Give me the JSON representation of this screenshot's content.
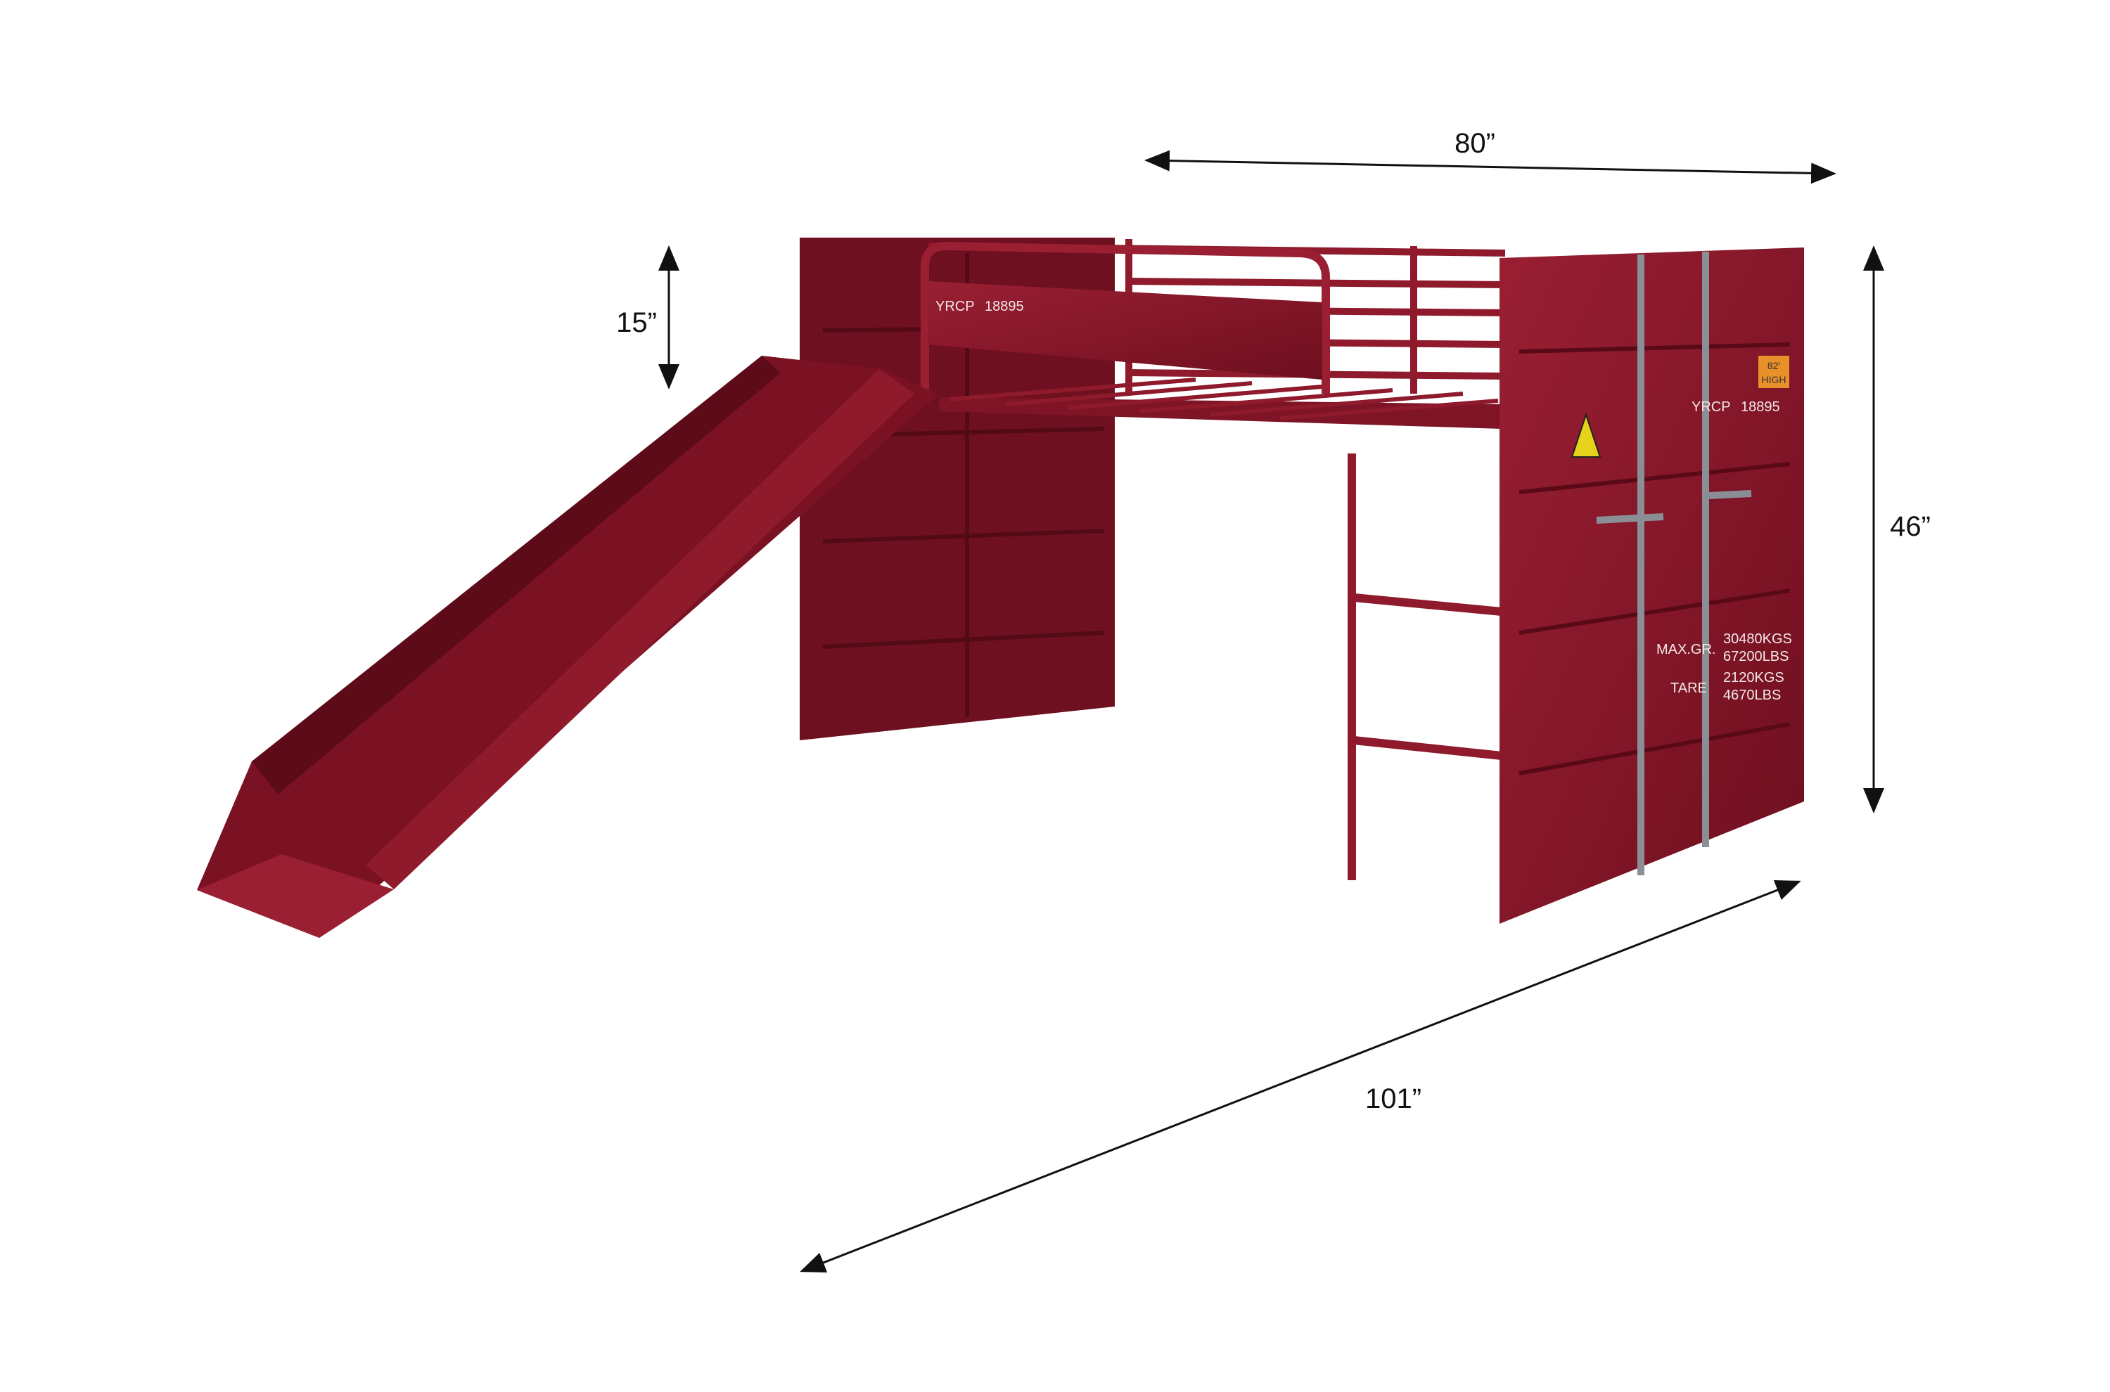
{
  "dimensions": {
    "length": "80”",
    "rail_height": "15”",
    "height": "46”",
    "overall_length": "101”"
  },
  "product": {
    "color": "#8e1a2c",
    "container_markings": {
      "id_prefix": "YRCP",
      "id_number": "18895",
      "height_label_1": "82′",
      "height_label_2": "HIGH",
      "max_gr_label": "MAX.GR.",
      "max_gr_kgs": "30480KGS",
      "max_gr_lbs": "67200LBS",
      "tare_label": "TARE",
      "tare_kgs": "2120KGS",
      "tare_lbs": "4670LBS"
    }
  }
}
